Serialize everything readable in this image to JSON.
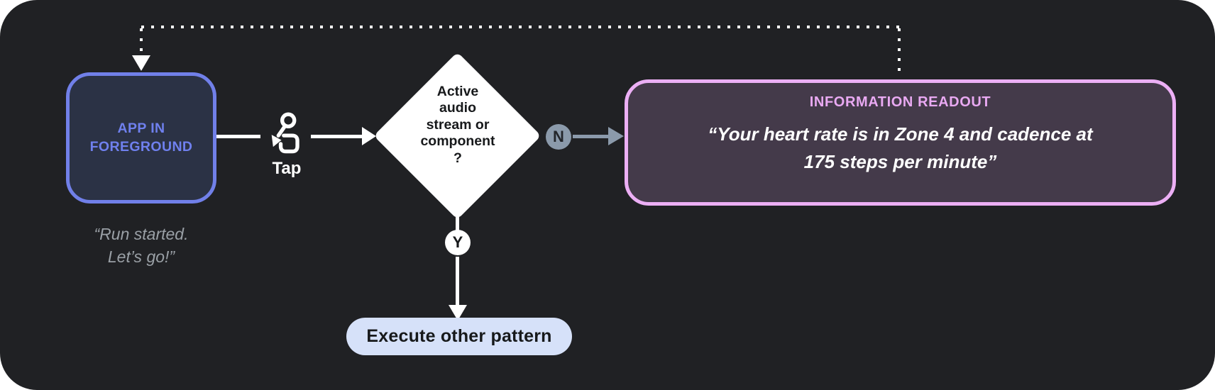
{
  "diagram": {
    "app_node": {
      "label": "APP IN\nFOREGROUND",
      "quote": "“Run started.\nLet’s go!”"
    },
    "tap": {
      "label": "Tap",
      "icon": "touch-app-icon"
    },
    "decision": {
      "label": "Active\naudio\nstream or\ncomponent\n?"
    },
    "branches": {
      "no": "N",
      "yes": "Y"
    },
    "readout_node": {
      "title": "INFORMATION READOUT",
      "quote": "“Your heart rate is in Zone 4 and cadence at\n175 steps per minute”"
    },
    "action_node": {
      "label": "Execute other pattern"
    },
    "colors": {
      "background": "#202124",
      "app_border": "#7180e9",
      "app_fill": "#2b3245",
      "app_text": "#6f80ee",
      "muted_quote_text": "#9aa0a6",
      "slate_branch": "#8b9aab",
      "readout_border": "#ecaff5",
      "readout_fill": "#443a4a",
      "readout_title_text": "#e9a9f2",
      "pill_fill": "#d6e1f9",
      "line_white": "#ffffff"
    }
  }
}
